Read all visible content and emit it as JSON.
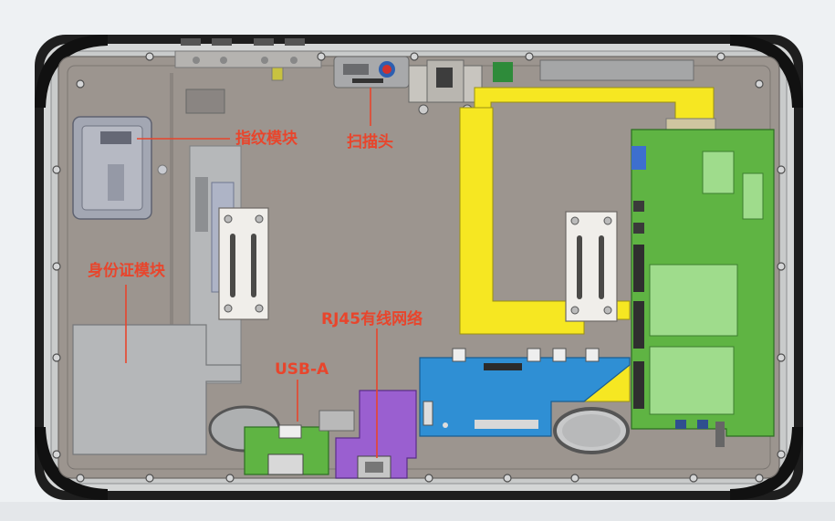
{
  "labels": {
    "fingerprint": "指纹模块",
    "scanner": "扫描头",
    "id_card": "身份证模块",
    "rj45": "RJ45有线网络",
    "usb_a": "USB-A"
  },
  "colors": {
    "background": "#eceff1",
    "case_frame": "#1f1f1f",
    "case_inner": "#9c948e",
    "label_red": "#e8452c",
    "flex_yellow": "#f6e722",
    "pcb_green": "#5fb443",
    "pcb_blue": "#2f8fd4",
    "pcb_purple": "#9a5fd0"
  }
}
